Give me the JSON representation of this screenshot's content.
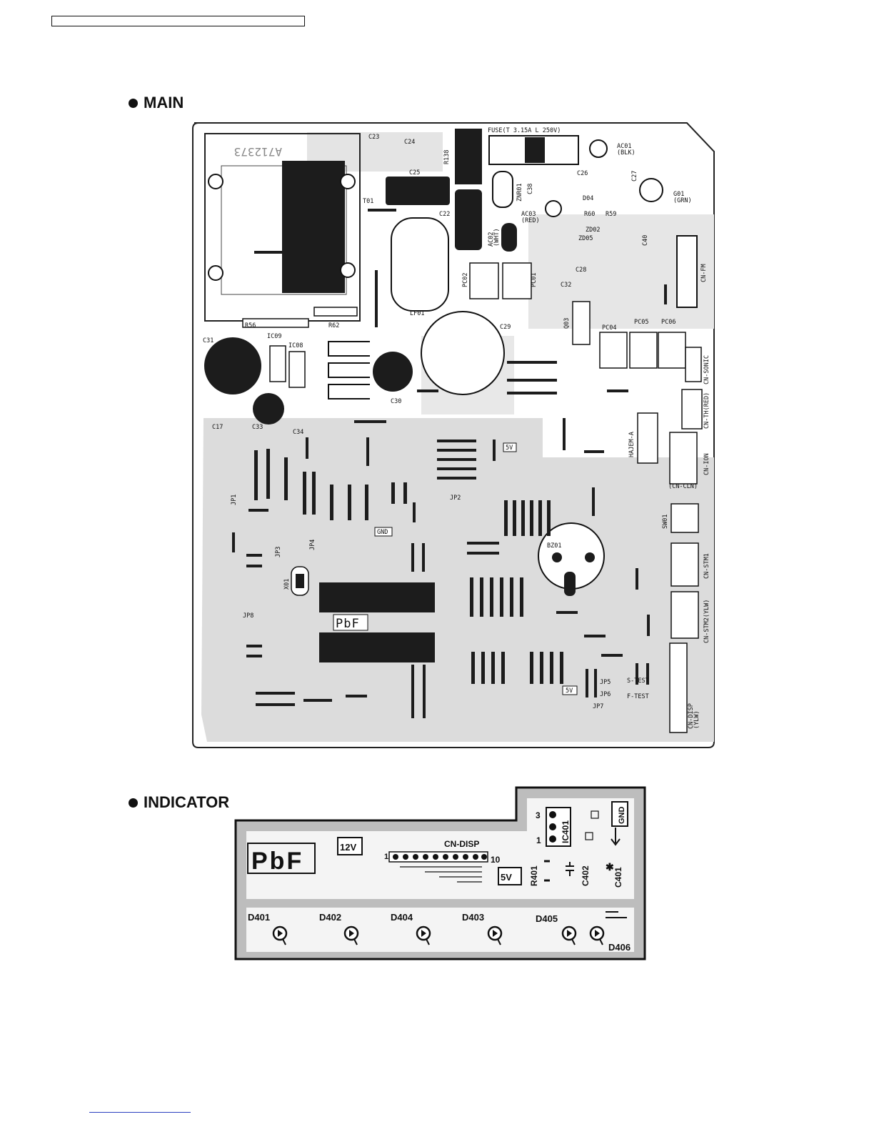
{
  "sections": {
    "main": {
      "title": "MAIN"
    },
    "indicator": {
      "title": "INDICATOR"
    }
  },
  "main_board": {
    "labels": {
      "fuse": "FUSE(T 3.15A L 250V)",
      "c23": "C23",
      "c24": "C24",
      "r138": "R138",
      "c25": "C25",
      "t01": "T01",
      "c22": "C22",
      "lf01": "LF01",
      "ac01": "AC01",
      "ac01_color": "(BLK)",
      "c26": "C26",
      "c27": "C27",
      "g01": "G01",
      "g01_color": "(GRN)",
      "znr01": "ZNR01",
      "c38": "C38",
      "d04": "D04",
      "r60": "R60",
      "r59": "R59",
      "ac02": "AC02",
      "ac02_color": "(WHT)",
      "ac03": "AC03",
      "ac03_color": "(RED)",
      "zd02": "ZD02",
      "zd05": "ZD05",
      "c40": "C40",
      "cn_fm": "CN-FM",
      "pc02": "PC02",
      "pc01": "PC01",
      "c28": "C28",
      "c32": "C32",
      "q03": "Q03",
      "r56": "R56",
      "r62": "R62",
      "ic09": "IC09",
      "ic08": "IC08",
      "c31": "C31",
      "c29": "C29",
      "c30": "C30",
      "c17": "C17",
      "c33": "C33",
      "c34": "C34",
      "pc04": "PC04",
      "pc05": "PC05",
      "pc06": "PC06",
      "cn_sonic": "CN-SONIC",
      "cn_th": "CN-TH(RED)",
      "hajem_a": "HAJEM-A",
      "cn_ion": "CN-ION",
      "cn_cln": "(CN-CLN)",
      "jp1": "JP1",
      "jp2": "JP2",
      "jp3": "JP3",
      "jp4": "JP4",
      "jp5": "JP5",
      "jp6": "JP6",
      "jp7": "JP7",
      "jp8": "JP8",
      "x01": "X01",
      "gnd": "GND",
      "five_v": "5V",
      "five_v_b": "5V",
      "bz01": "BZ01",
      "sw01": "SW01",
      "cn_stm1": "CN-STM1",
      "cn_stm2": "CN-STM2(YLW)",
      "pbf": "PbF",
      "s_test": "S-TEST",
      "f_test": "F-TEST",
      "cn_disp": "CN-DISP",
      "cn_disp_color": "(YLW)",
      "serial": "A712373"
    }
  },
  "indicator_board": {
    "labels": {
      "pbf": "PbF",
      "twelve_v": "12V",
      "cn_disp": "CN-DISP",
      "five_v": "5V",
      "pin1": "1",
      "pin10": "10",
      "r401": "R401",
      "c402": "C402",
      "c401": "C401",
      "ic401": "IC401",
      "ic_pin3": "3",
      "ic_pin1": "1",
      "gnd": "GND",
      "d401": "D401",
      "d402": "D402",
      "d404": "D404",
      "d403": "D403",
      "d405": "D405",
      "d406": "D406"
    }
  }
}
